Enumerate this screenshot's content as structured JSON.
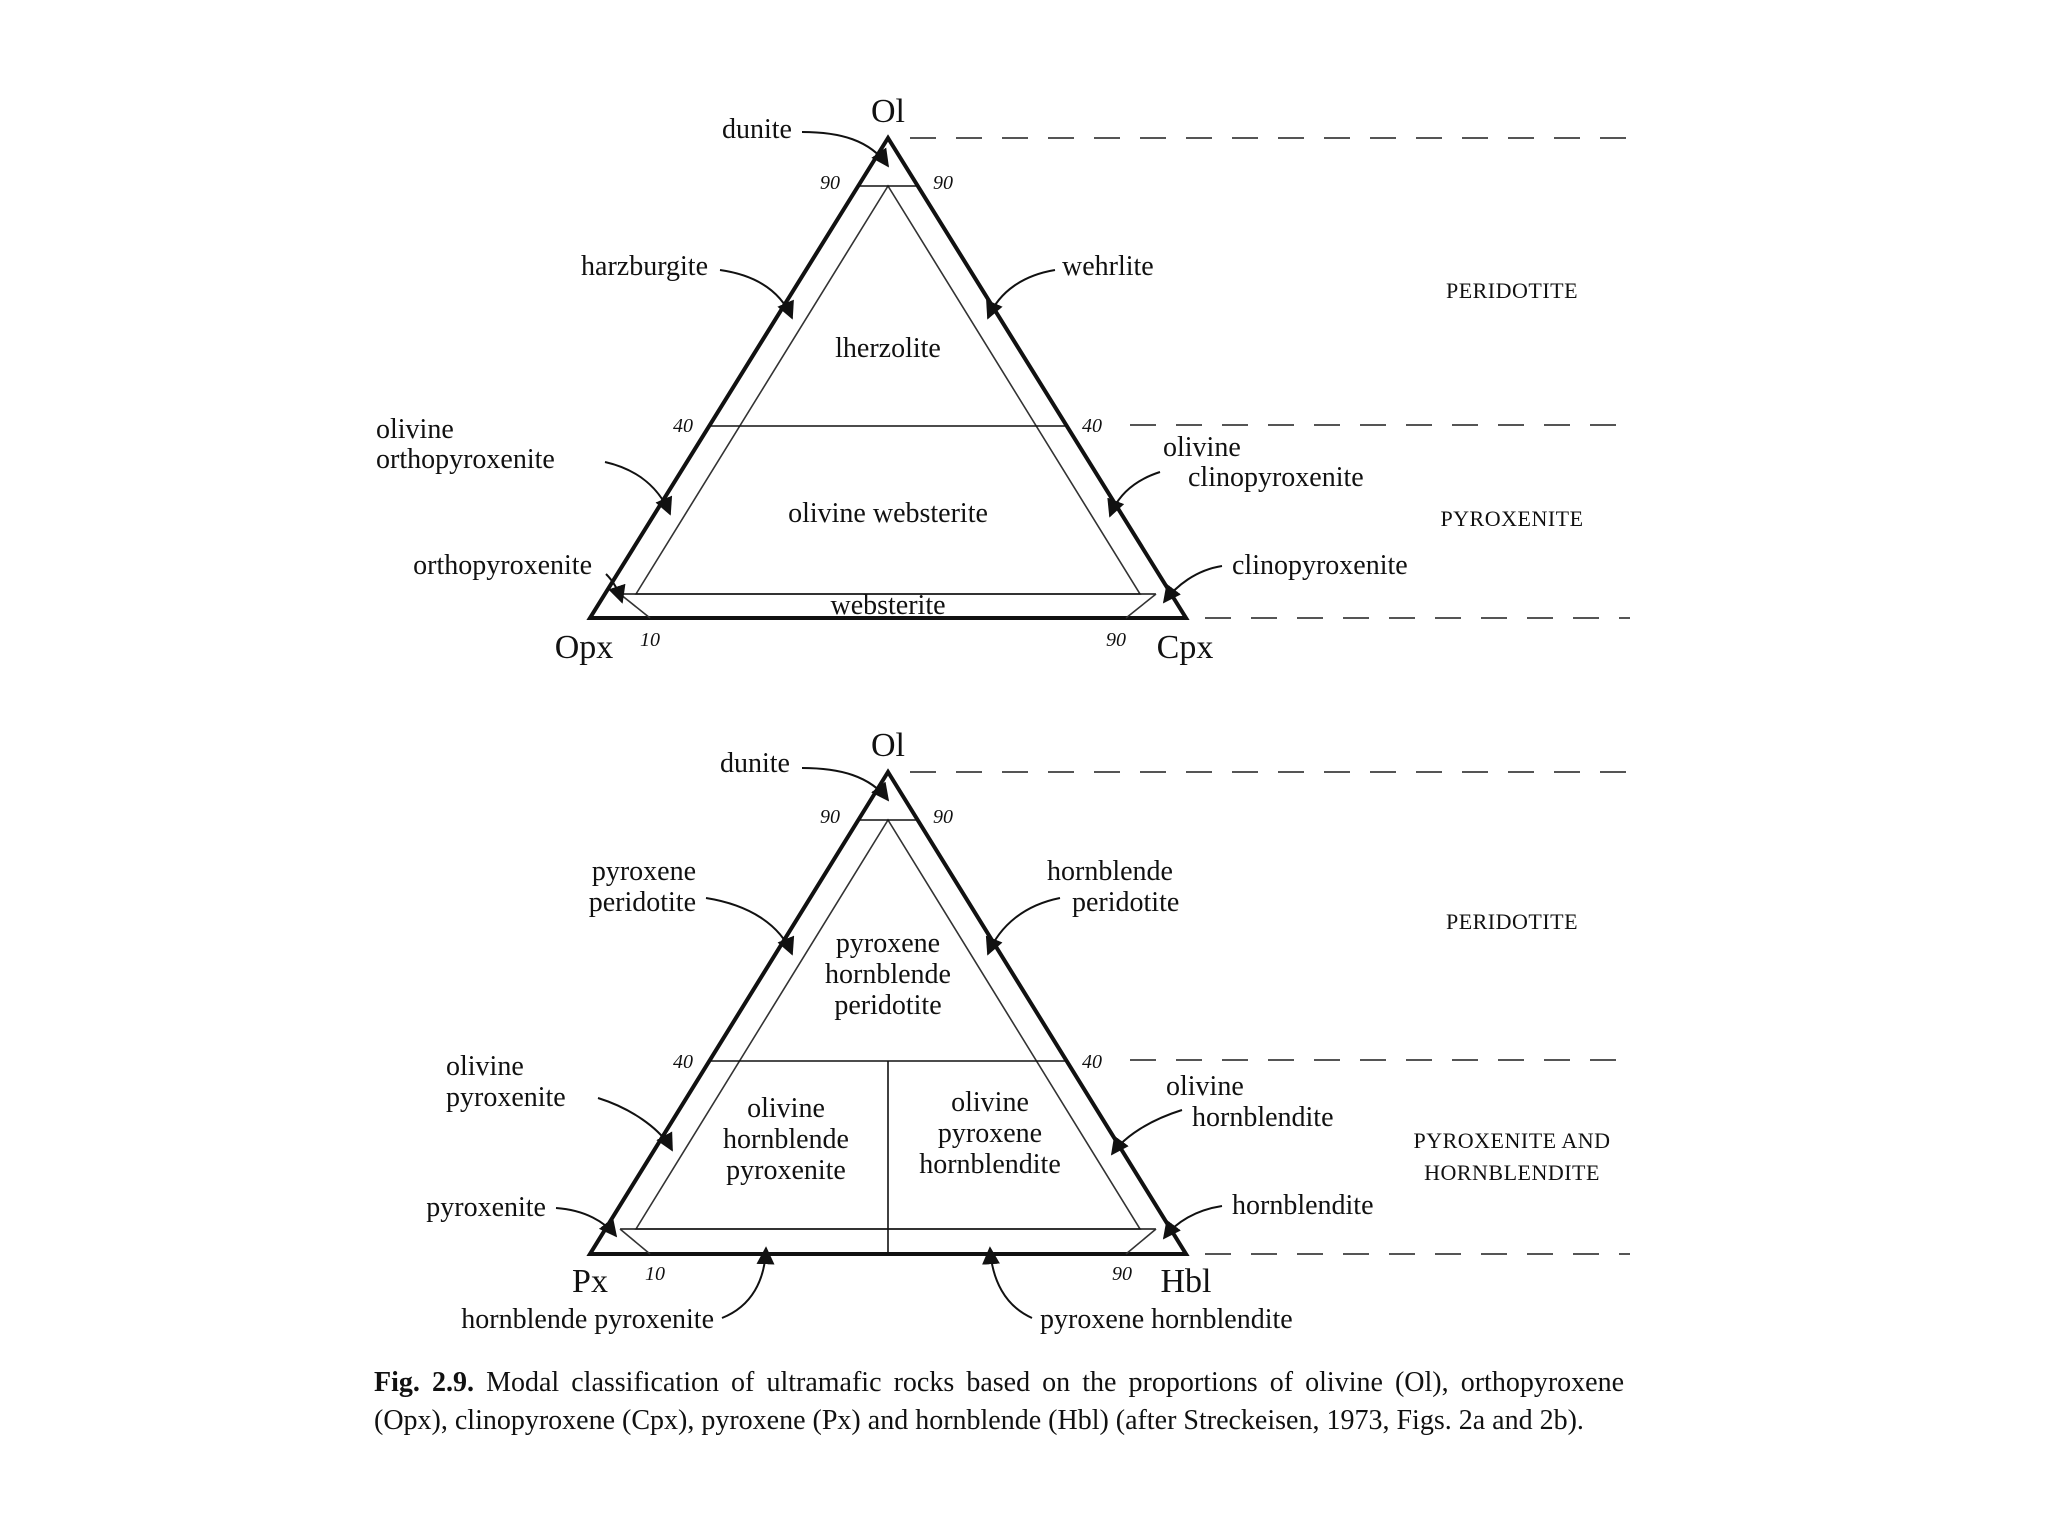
{
  "top": {
    "apex_top": "Ol",
    "apex_left": "Opx",
    "apex_right": "Cpx",
    "ticks": {
      "left90": "90",
      "right90": "90",
      "left40": "40",
      "right40": "40",
      "bottom10": "10",
      "bottom90": "90"
    },
    "fields": {
      "lherzolite": "lherzolite",
      "olivine_websterite": "olivine websterite",
      "websterite": "websterite"
    },
    "callouts": {
      "dunite": "dunite",
      "harzburgite": "harzburgite",
      "wehrlite": "wehrlite",
      "olivine_orthopyroxenite_1": "olivine",
      "olivine_orthopyroxenite_2": "orthopyroxenite",
      "olivine_clinopyroxenite_1": "olivine",
      "olivine_clinopyroxenite_2": "clinopyroxenite",
      "orthopyroxenite": "orthopyroxenite",
      "clinopyroxenite": "clinopyroxenite"
    },
    "categories": {
      "peridotite": "PERIDOTITE",
      "pyroxenite": "PYROXENITE"
    }
  },
  "bottom": {
    "apex_top": "Ol",
    "apex_left": "Px",
    "apex_right": "Hbl",
    "ticks": {
      "left90": "90",
      "right90": "90",
      "left40": "40",
      "right40": "40",
      "bottom10": "10",
      "bottom90": "90"
    },
    "fields": {
      "php_1": "pyroxene",
      "php_2": "hornblende",
      "php_3": "peridotite",
      "ohp_1": "olivine",
      "ohp_2": "hornblende",
      "ohp_3": "pyroxenite",
      "oph_1": "olivine",
      "oph_2": "pyroxene",
      "oph_3": "hornblendite"
    },
    "callouts": {
      "dunite": "dunite",
      "pyroxene_peridotite_1": "pyroxene",
      "pyroxene_peridotite_2": "peridotite",
      "hornblende_peridotite_1": "hornblende",
      "hornblende_peridotite_2": "peridotite",
      "olivine_pyroxenite_1": "olivine",
      "olivine_pyroxenite_2": "pyroxenite",
      "olivine_hornblendite_1": "olivine",
      "olivine_hornblendite_2": "hornblendite",
      "pyroxenite": "pyroxenite",
      "hornblendite": "hornblendite",
      "hornblende_pyroxenite": "hornblende pyroxenite",
      "pyroxene_hornblendite": "pyroxene hornblendite"
    },
    "categories": {
      "peridotite": "PERIDOTITE",
      "pyroxenite_and_1": "PYROXENITE AND",
      "pyroxenite_and_2": "HORNBLENDITE"
    }
  },
  "caption": {
    "label": "Fig. 2.9.",
    "text": "Modal classification of ultramafic rocks based on the proportions of olivine (Ol), orthopyroxene (Opx), clinopyroxene (Cpx), pyroxene (Px) and hornblende (Hbl) (after Streckeisen, 1973, Figs. 2a and 2b)."
  }
}
